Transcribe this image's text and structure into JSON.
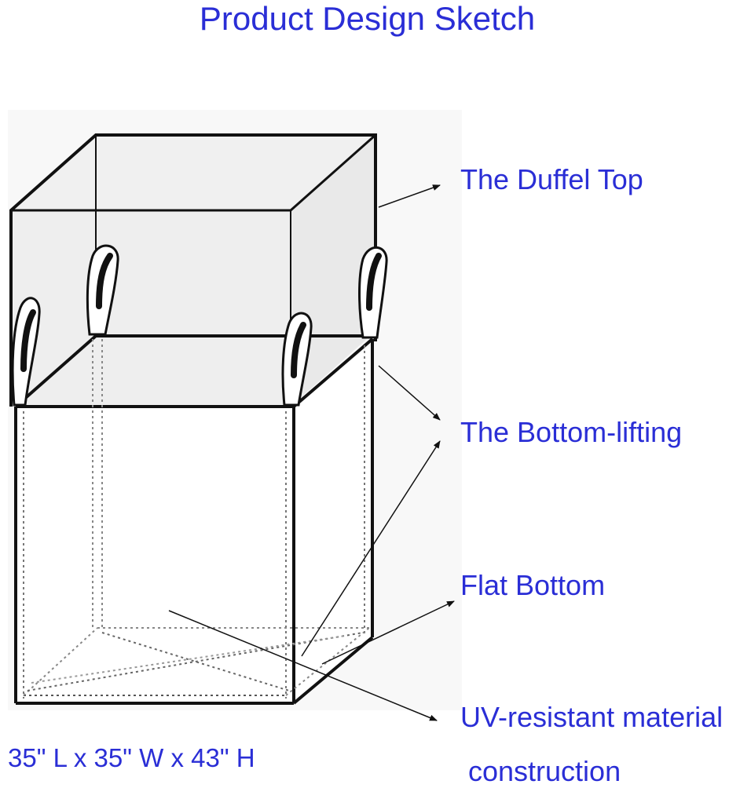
{
  "title": "Product Design Sketch",
  "callouts": {
    "duffel_top": "The Duffel Top",
    "bottom_lifting": "The Bottom-lifting",
    "flat_bottom": "Flat Bottom",
    "uv_line1": "UV-resistant material",
    "uv_line2": "construction"
  },
  "dimensions": "35\" L x 35\" W x 43\" H",
  "colors": {
    "text_accent": "#2a2ed6",
    "line": "#111111",
    "shade": "#f1f1f1"
  }
}
